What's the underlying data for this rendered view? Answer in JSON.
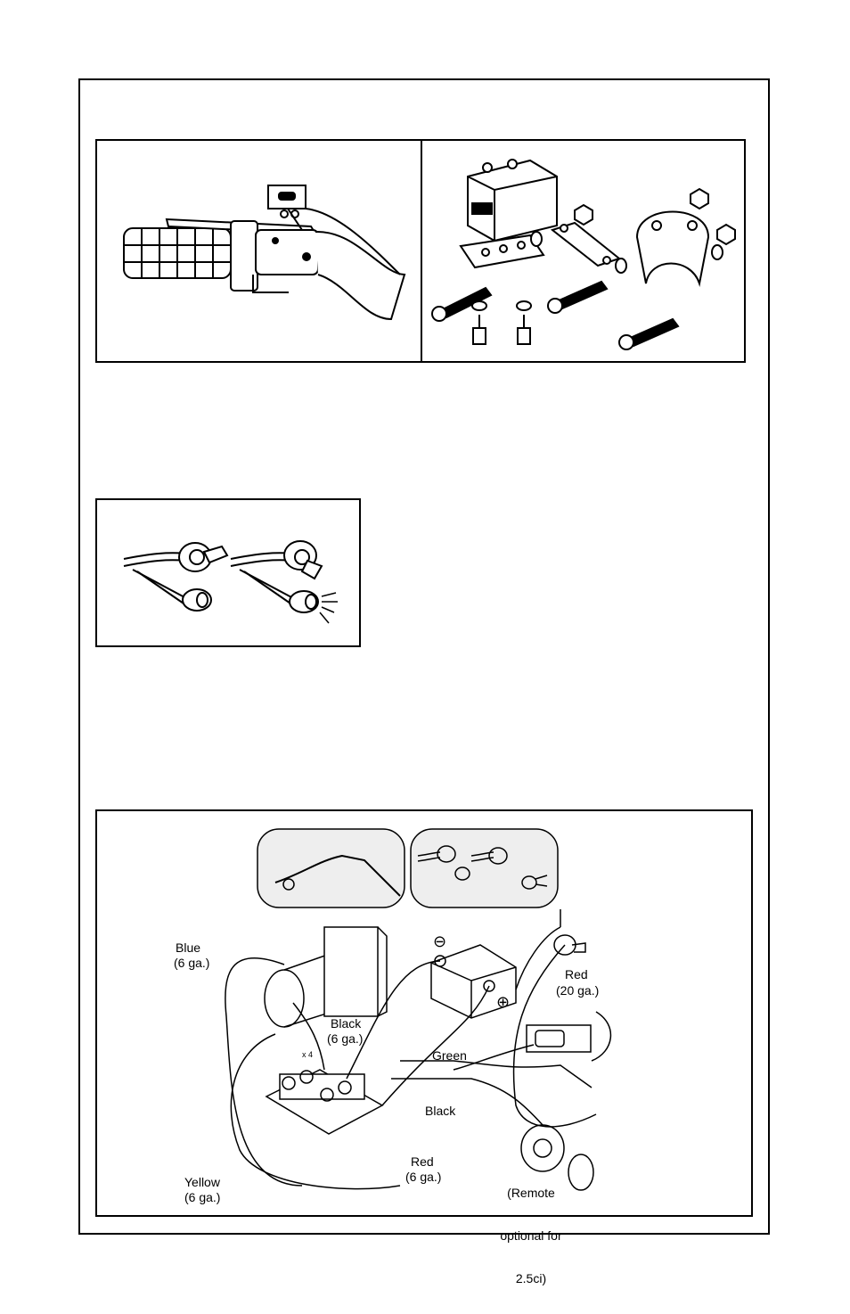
{
  "wiring_labels": {
    "blue": "Blue",
    "blue_gauge": "(6 ga.)",
    "black_main": "Black",
    "black_main_gauge": "(6 ga.)",
    "red_small": "Red",
    "red_small_gauge": "(20 ga.)",
    "green": "Green",
    "black_small": "Black",
    "yellow": "Yellow",
    "yellow_gauge": "(6 ga.)",
    "red_main": "Red",
    "red_main_gauge": "(6 ga.)",
    "remote_line1": "(Remote",
    "remote_line2": "optional for",
    "remote_line3": "2.5ci)",
    "multiplier": "x 4",
    "minus_symbol": "⊖",
    "plus_symbol": "⊕"
  }
}
